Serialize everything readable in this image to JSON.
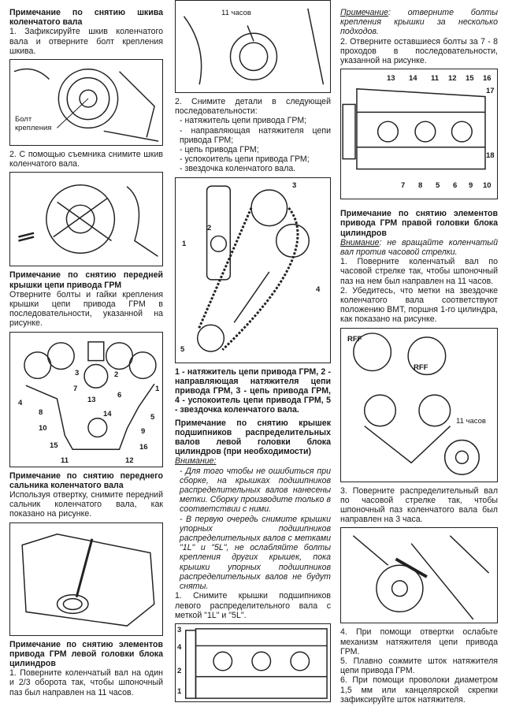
{
  "left": {
    "s1_heading": "Примечание по снятию шкива коленчатого вала",
    "s1_step1": "1. Зафиксируйте шкив коленчатого вала и отверните болт крепления шкива.",
    "fig1_label": "Болт крепления",
    "s1_step2": "2. С помощью съемника снимите шкив коленчатого вала.",
    "s2_heading": "Примечание по снятию передней крышки цепи привода ГРМ",
    "s2_text": "Отверните болты и гайки крепления крышки цепи привода ГРМ в последовательности, указанной на рисунке.",
    "fig3_numbers": [
      "1",
      "2",
      "3",
      "4",
      "5",
      "6",
      "7",
      "8",
      "9",
      "10",
      "11",
      "12",
      "13",
      "14",
      "15",
      "16"
    ],
    "s3_heading": "Примечание по снятию переднего сальника коленчатого вала",
    "s3_text": "Используя отвертку, снимите передний сальник коленчатого вала, как показано на рисунке.",
    "s4_heading": "Примечание по снятию элементов привода ГРМ левой головки блока цилиндров",
    "s4_step1": "1. Поверните коленчатый вал на один и 2/3 оборота так, чтобы шпоночный паз был направлен на 11 часов."
  },
  "middle": {
    "fig_top_label": "11 часов",
    "step2_intro": "2. Снимите детали в следующей последовательности:",
    "step2_items": [
      "- натяжитель цепи привода ГРМ;",
      "- направляющая натяжителя цепи привода ГРМ;",
      "- цепь привода ГРМ;",
      "- успокоитель цепи привода ГРМ;",
      "- звездочка коленчатого вала."
    ],
    "chain_fig_numbers": [
      "1",
      "2",
      "3",
      "4",
      "5"
    ],
    "chain_caption": "1 - натяжитель цепи привода ГРМ, 2 - направляющая натяжителя цепи привода ГРМ, 3 - цепь привода ГРМ, 4 - успокоитель цепи привода ГРМ, 5 - звездочка коленчатого вала.",
    "s5_heading": "Примечание по снятию крышек подшипников распределительных валов левой головки блока цилиндров (при необходимости)",
    "attention_label": "Внимание:",
    "attention_1": "- Для того чтобы не ошибиться при сборке, на крышках подшипников распределительных валов нанесены метки. Сборку производите только в соответствии с ними.",
    "attention_2": "- В первую очередь снимите крышки упорных подшипников распределительных валов с метками \"1L\" и \"5L\", не ослабляйте болты крепления других крышек, пока крышки упорных подшипников распределительных валов не будут сняты.",
    "step1": "1. Снимите крышки подшипников левого распределительного вала с меткой \"1L\" и \"5L\".",
    "cam_fig_numbers": [
      "3",
      "4",
      "2",
      "1"
    ]
  },
  "right": {
    "note_label": "Примечание",
    "note_text": ": отверните болты крепления крышки за несколько подходов.",
    "step2": "2. Отверните оставшиеся болты за 7 - 8 проходов в последовательности, указанной на рисунке.",
    "cover_fig_numbers": [
      "13",
      "14",
      "11",
      "12",
      "15",
      "16",
      "17",
      "18",
      "7",
      "8",
      "5",
      "6",
      "9",
      "10"
    ],
    "s6_heading": "Примечание по снятию элементов привода ГРМ правой головки блока цилиндров",
    "attention_label": "Внимание",
    "attention_text": ": не вращайте коленчатый вал против часовой стрелки.",
    "step1": "1. Поверните коленчатый вал по часовой стрелке так, чтобы шпоночный паз на нем был направлен на 11 часов.",
    "step2b": "2. Убедитесь, что метки на звездочке коленчатого вала соответствуют положению ВМТ, поршня 1-го цилиндра, как показано на рисунке.",
    "rff_label": "RFF",
    "fig_clock_label": "11 часов",
    "step3": "3. Поверните распределительный вал по часовой стрелке так, чтобы шпоночный паз коленчатого вала был направлен на 3 часа.",
    "step4": "4. При помощи отвертки ослабьте механизм натяжителя цепи привода ГРМ.",
    "step5": "5. Плавно сожмите шток натяжителя цепи привода ГРМ.",
    "step6": "6. При помощи проволоки диаметром 1,5 мм или канцелярской скрепки зафиксируйте шток натяжителя."
  }
}
